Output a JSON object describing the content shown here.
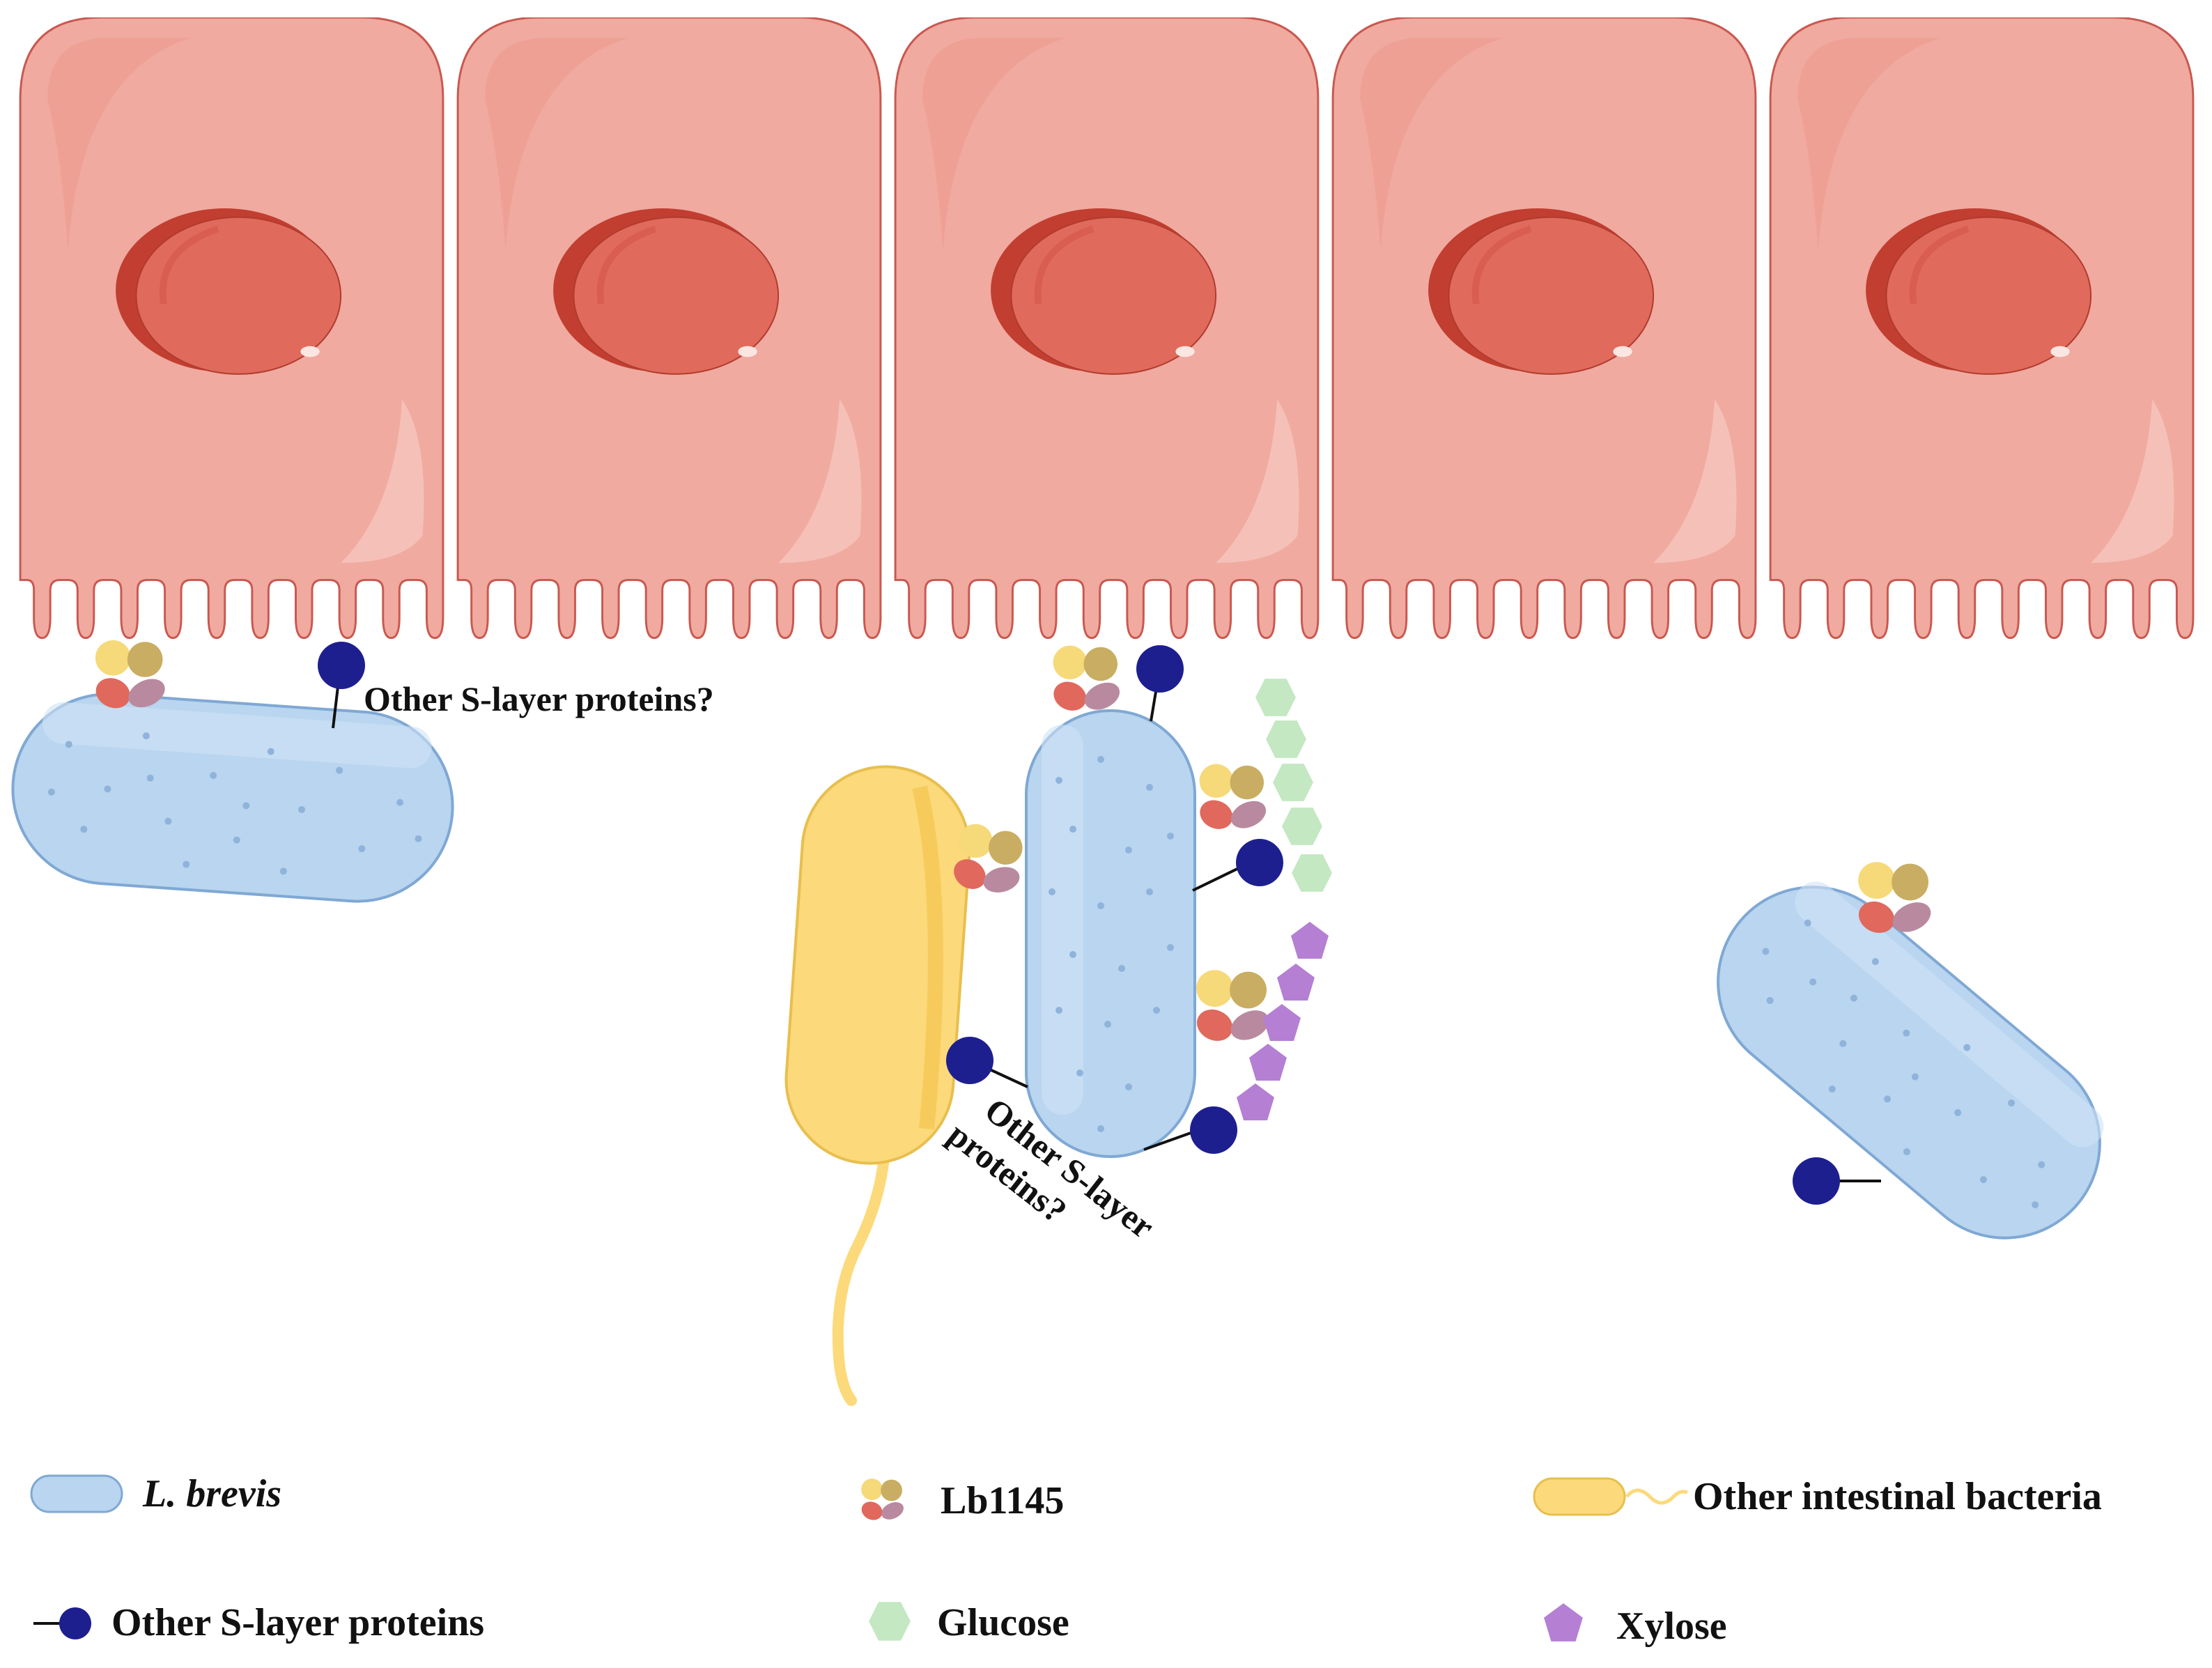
{
  "colors": {
    "cell_fill": "#f0aaa0",
    "cell_stroke": "#c9584f",
    "nucleus": "#e06a5c",
    "nucleus_dark": "#c13e30",
    "lbrevis": "#b9d5ef",
    "lbrevis_stroke": "#7fa8d4",
    "other_bacteria": "#fcd97a",
    "slayer_protein": "#1d1f8f",
    "glucose": "#c4e8c2",
    "xylose": "#b57fd3",
    "lb1145_yellow": "#f6d978",
    "lb1145_olive": "#c9ad62",
    "lb1145_red": "#e0685c",
    "lb1145_mauve": "#b98a9f"
  },
  "diagram": {
    "epithelial_cells": 5,
    "annotations": {
      "slayer_question_top": "Other S-layer proteins?",
      "slayer_question_mid_line1": "Other S-layer",
      "slayer_question_mid_line2": "proteins?"
    }
  },
  "legend": {
    "l_brevis": "L. brevis",
    "lb1145": "Lb1145",
    "other_bacteria": "Other intestinal bacteria",
    "slayer": "Other S-layer proteins",
    "glucose": "Glucose",
    "xylose": "Xylose"
  }
}
